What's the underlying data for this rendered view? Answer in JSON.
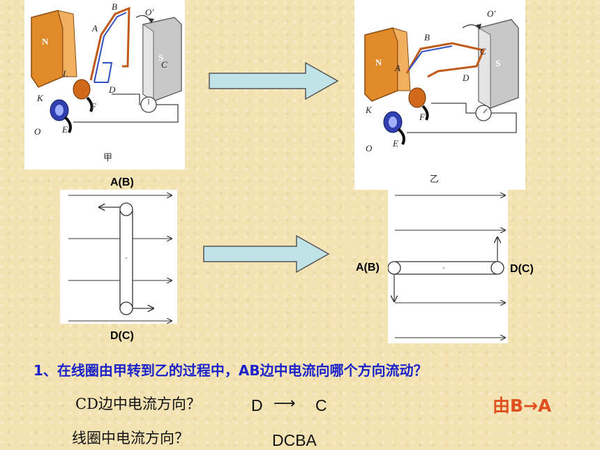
{
  "figure_jia": {
    "caption": "甲",
    "labels": {
      "B": "B",
      "A": "A",
      "O_prime": "O′",
      "C": "C",
      "L": "L",
      "D": "D",
      "K": "K",
      "F": "F",
      "O": "O",
      "E": "E",
      "N": "N",
      "S": "S"
    }
  },
  "figure_yi": {
    "caption": "乙",
    "labels": {
      "B": "B",
      "A": "A",
      "O_prime": "O′",
      "D": "D",
      "C": "C",
      "K": "K",
      "F": "F",
      "O": "O",
      "E": "E",
      "N": "N",
      "S": "S"
    }
  },
  "field_left": {
    "top_label": "A(B)",
    "bottom_label": "D(C)"
  },
  "field_right": {
    "left_label": "A(B)",
    "right_label": "D(C)"
  },
  "question": "1、在线圈由甲转到乙的过程中，AB边中电流向哪个方向流动？",
  "answer_ab": "由B→A",
  "cd_question": "CD边中电流方向？",
  "cd_from": "D",
  "cd_arrow": "⟶",
  "cd_to": "C",
  "coil_question": "线圈中电流方向？",
  "coil_answer": "DCBA",
  "colors": {
    "arrow_fill": "#bfe3e6",
    "question": "#1a22c8",
    "answer": "#e0501e"
  }
}
